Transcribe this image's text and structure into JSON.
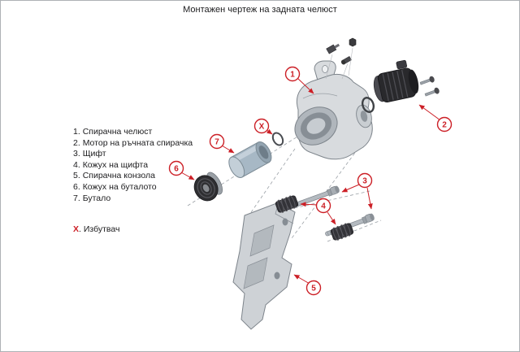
{
  "page": {
    "title": "Монтажен чертеж на задната челюст"
  },
  "legend": {
    "items": [
      {
        "num": "1.",
        "label": "Спирачна челюст"
      },
      {
        "num": "2.",
        "label": "Мотор на ръчната спирачка"
      },
      {
        "num": "3.",
        "label": "Щифт"
      },
      {
        "num": "4.",
        "label": "Кожух на щифта"
      },
      {
        "num": "5.",
        "label": "Спирачна конзола"
      },
      {
        "num": "6.",
        "label": "Кожух на буталото"
      },
      {
        "num": "7.",
        "label": "Бутало"
      }
    ],
    "x_item": {
      "num": "X",
      "label": ". Избутвач"
    }
  },
  "callouts": {
    "c1": "1",
    "c2": "2",
    "c3": "3",
    "c4": "4",
    "c5": "5",
    "c6": "6",
    "c7": "7",
    "cx": "X"
  },
  "colors": {
    "accent_red": "#cc1f26",
    "metal_light": "#d8dbde",
    "rubber_dark": "#2e2e31"
  }
}
